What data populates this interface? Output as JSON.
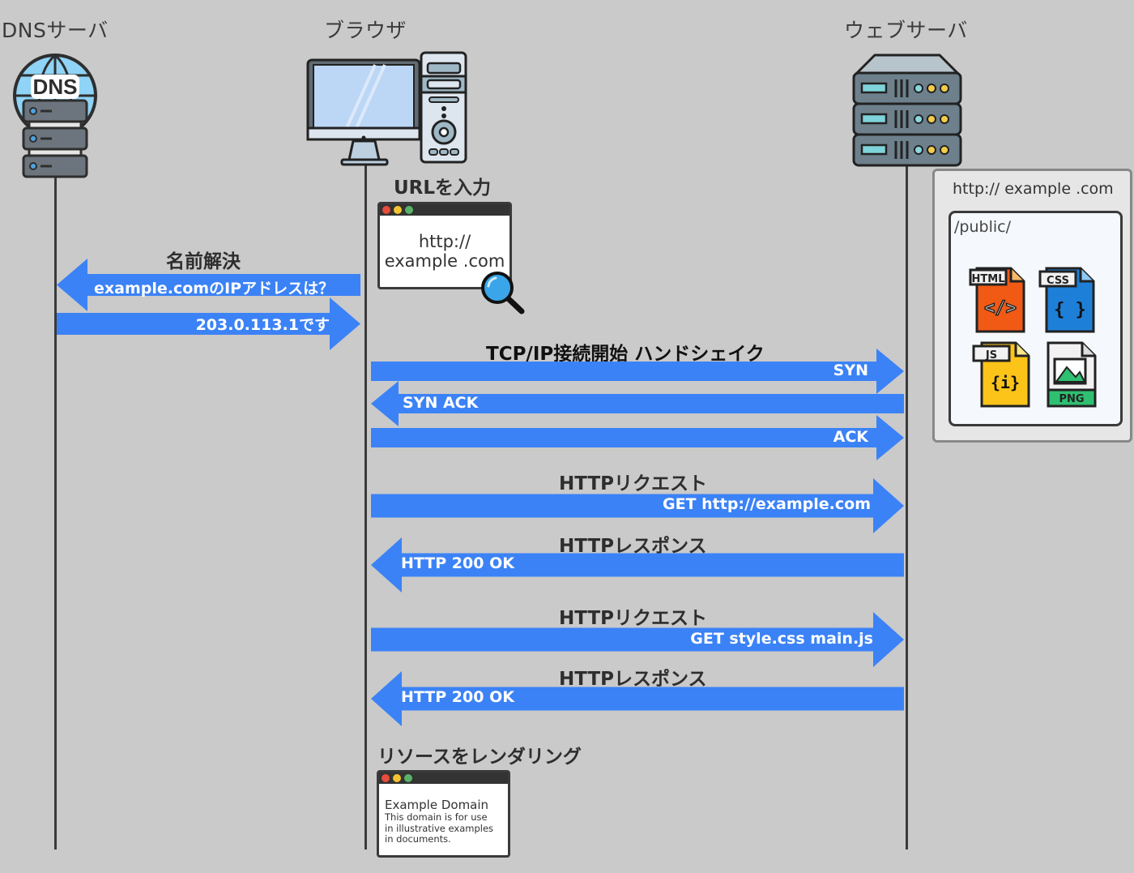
{
  "actors": {
    "dns": {
      "title": "DNSサーバ",
      "icon_label": "DNS"
    },
    "browser": {
      "title": "ブラウザ"
    },
    "web": {
      "title": "ウェブサーバ"
    }
  },
  "url_input": {
    "label": "URLを入力",
    "url_line1": "http://",
    "url_line2": "example .com"
  },
  "name_resolution": {
    "label": "名前解決",
    "query": "example.comのIPアドレスは？",
    "answer": "203.0.113.1です"
  },
  "handshake": {
    "label": "TCP/IP接続開始 ハンドシェイク",
    "syn": "SYN",
    "syn_ack": "SYN ACK",
    "ack": "ACK"
  },
  "http1": {
    "request_label": "HTTPリクエスト",
    "request_text": "GET  http://example.com",
    "response_label": "HTTPレスポンス",
    "response_text": "HTTP 200  OK"
  },
  "http2": {
    "request_label": "HTTPリクエスト",
    "request_text": "GET  style.css  main.js",
    "response_label": "HTTPレスポンス",
    "response_text": "HTTP 200  OK"
  },
  "render": {
    "label": "リソースをレンダリング",
    "page_title": "Example Domain",
    "page_body": [
      "This domain is for use",
      "in illustrative examples",
      "in documents."
    ]
  },
  "site": {
    "url": "http:// example .com",
    "folder": "/public/",
    "files": [
      {
        "type": "HTML",
        "glyph": "</>",
        "color": "#f05a14"
      },
      {
        "type": "CSS",
        "glyph": "{ }",
        "color": "#1e7fd8"
      },
      {
        "type": "JS",
        "glyph": "{i}",
        "color": "#fcc419"
      },
      {
        "type": "PNG",
        "glyph": "image",
        "color": "#2fbf71"
      }
    ]
  },
  "colors": {
    "arrow": "#3b82f6",
    "background": "#cacaca",
    "line": "#3a3a3a"
  }
}
